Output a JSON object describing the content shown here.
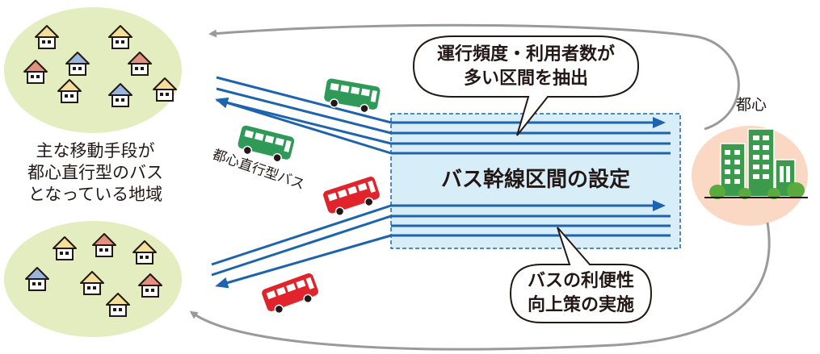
{
  "residential_area_label": [
    "主な移動手段が",
    "都心直行型のバス",
    "となっている地域"
  ],
  "route_label": "都心直行型バス",
  "extract_callout": [
    "運行頻度・利用者数が",
    "多い区間を抽出"
  ],
  "trunk_section_label": "バス幹線区間の設定",
  "improve_callout": [
    "バスの利便性",
    "向上策の実施"
  ],
  "city_center_label": "都心",
  "colors": {
    "area_green": "#e3edc0",
    "house_roof_red": "#e2917e",
    "house_roof_blue": "#9bb6dd",
    "house_roof_yellow": "#f3df9a",
    "route_blue": "#1d63ae",
    "trunk_fill": "#d7edf8",
    "bus_green": "#2f9a57",
    "bus_red": "#e1232c",
    "return_arrow_gray": "#9a9a9a",
    "city_peach": "#fad8c4",
    "building_green": "#3c9a4d",
    "tree_green": "#5aaa3e"
  },
  "icons": {
    "house": "house-icon",
    "bus": "bus-icon",
    "buildings": "building-icon"
  }
}
